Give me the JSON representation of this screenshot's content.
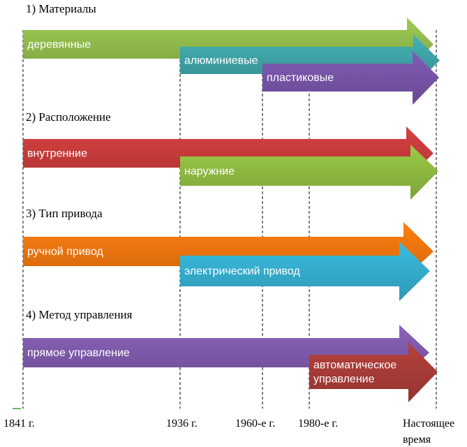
{
  "sections": [
    {
      "title": "1) Материалы",
      "arrows": [
        {
          "label": "деревянные",
          "from": "1841 г.",
          "color": "#8db54a"
        },
        {
          "label": "алюминиевые",
          "from": "1936 г.",
          "color": "#3d9ea2"
        },
        {
          "label": "пластиковые",
          "from": "1960-е г.",
          "color": "#7352a3"
        }
      ]
    },
    {
      "title": "2) Расположение",
      "arrows": [
        {
          "label": "внутренние",
          "from": "1841 г.",
          "color": "#c23a3a"
        },
        {
          "label": "наружние",
          "from": "1936 г.",
          "color": "#8bb53f"
        }
      ]
    },
    {
      "title": "3) Тип привода",
      "arrows": [
        {
          "label": "ручной привод",
          "from": "1841 г.",
          "color": "#e8710e"
        },
        {
          "label": "электрический привод",
          "from": "1936 г.",
          "color": "#34a9c9"
        }
      ]
    },
    {
      "title": "4) Метод управления",
      "arrows": [
        {
          "label": "прямое управление",
          "from": "1841 г.",
          "color": "#7b58a6"
        },
        {
          "label": "автоматическое управление",
          "label_lines": [
            "автоматическое",
            "управление"
          ],
          "from": "1980-е г.",
          "color": "#a33a36"
        }
      ]
    }
  ],
  "timeline": [
    "1841 г.",
    "1936 г.",
    "1960-е г.",
    "1980-е г.",
    "Настоящее время"
  ],
  "timeline_lines": [
    [
      "1841 г."
    ],
    [
      "1936 г."
    ],
    [
      "1960-е г."
    ],
    [
      "1980-е г."
    ],
    [
      "Настоящее",
      "время"
    ]
  ]
}
